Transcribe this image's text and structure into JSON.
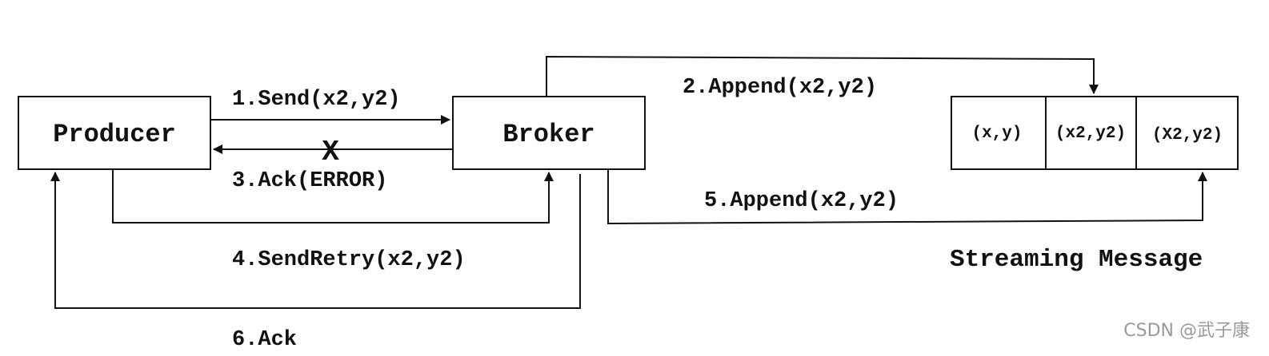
{
  "nodes": {
    "producer": "Producer",
    "broker": "Broker"
  },
  "edges": {
    "send": "1.Send(x2,y2)",
    "append_first": "2.Append(x2,y2)",
    "ack_error": "3.Ack(ERROR)",
    "send_retry": "4.SendRetry(x2,y2)",
    "append_second": "5.Append(x2,y2)",
    "ack": "6.Ack"
  },
  "failure_mark": "X",
  "stream": {
    "title": "Streaming Message",
    "cells": [
      "(x,y)",
      "(x2,y2)",
      "(X2,y2)"
    ]
  },
  "watermark": "CSDN @武子康"
}
